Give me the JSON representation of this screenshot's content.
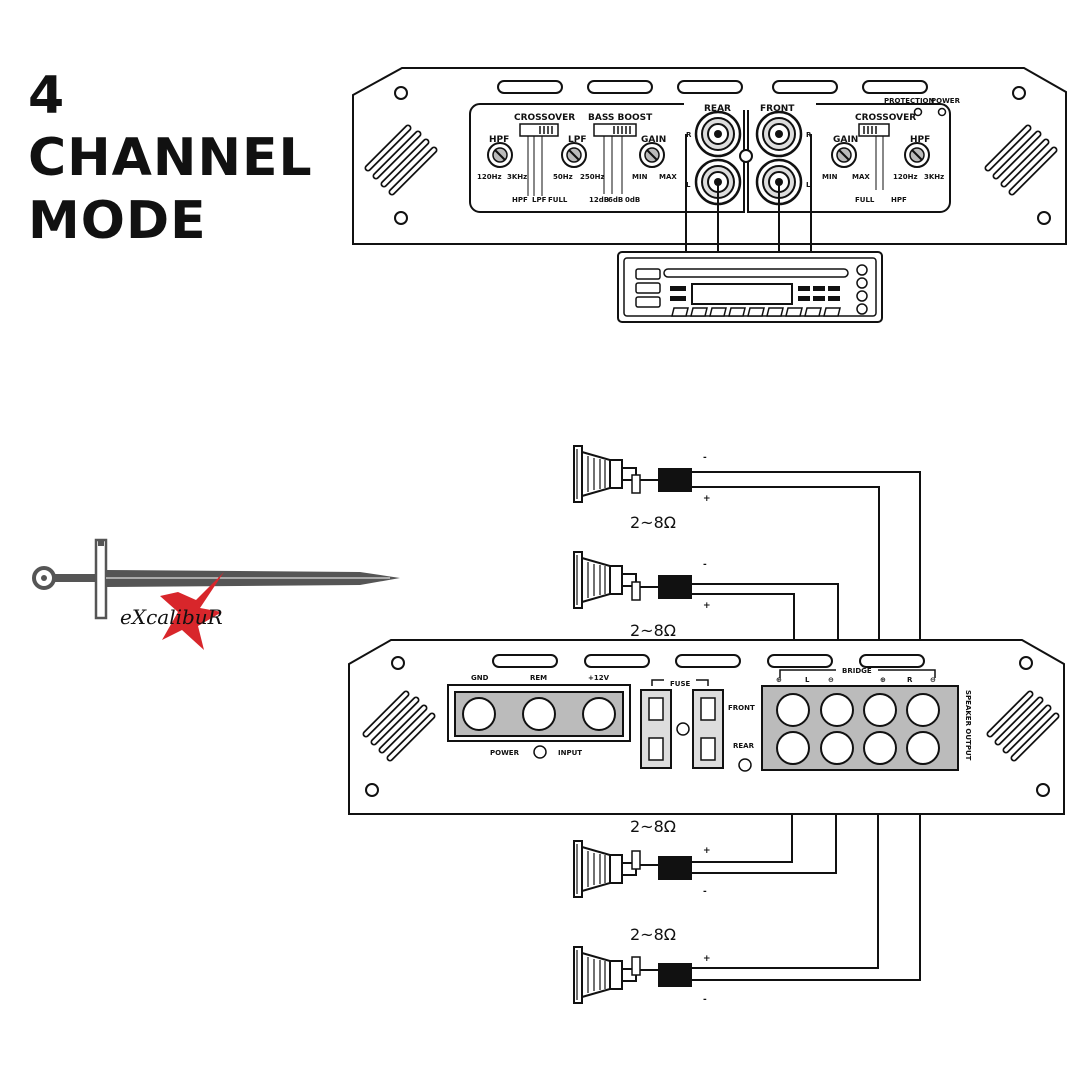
{
  "title": {
    "line1": "4",
    "line2": "CHANNEL",
    "line3": "MODE"
  },
  "amp_top": {
    "crossover": "CROSSOVER",
    "hpf": "HPF",
    "lpf": "LPF",
    "bass_boost": "BASS BOOST",
    "gain": "GAIN",
    "rear": "REAR",
    "front": "FRONT",
    "protection": "PROTECTION",
    "power": "POWER",
    "hz_120": "120Hz",
    "khz_3": "3KHz",
    "hz_50": "50Hz",
    "hz_250": "250Hz",
    "min": "MIN",
    "max": "MAX",
    "sw_hpf": "HPF",
    "sw_lpf": "LPF",
    "sw_full": "FULL",
    "db12": "12dB",
    "db6": "6dB",
    "db0": "0dB",
    "r": "R",
    "l": "L"
  },
  "amp_bottom": {
    "gnd": "GND",
    "rem": "REM",
    "v12": "+12V",
    "power": "POWER",
    "input": "INPUT",
    "fuse": "FUSE",
    "front": "FRONT",
    "rear": "REAR",
    "bridge": "BRIDGE",
    "l": "L",
    "r": "R",
    "speaker_output": "SPEAKER OUTPUT"
  },
  "speakers": [
    {
      "impedance": "2~8Ω",
      "top_sign": "-",
      "bottom_sign": "+"
    },
    {
      "impedance": "2~8Ω",
      "top_sign": "-",
      "bottom_sign": "+"
    },
    {
      "impedance": "2~8Ω",
      "top_sign": "+",
      "bottom_sign": "-"
    },
    {
      "impedance": "2~8Ω",
      "top_sign": "+",
      "bottom_sign": "-"
    }
  ],
  "logo": {
    "text": "eXcalibuR",
    "accent_color": "#d8262b"
  }
}
